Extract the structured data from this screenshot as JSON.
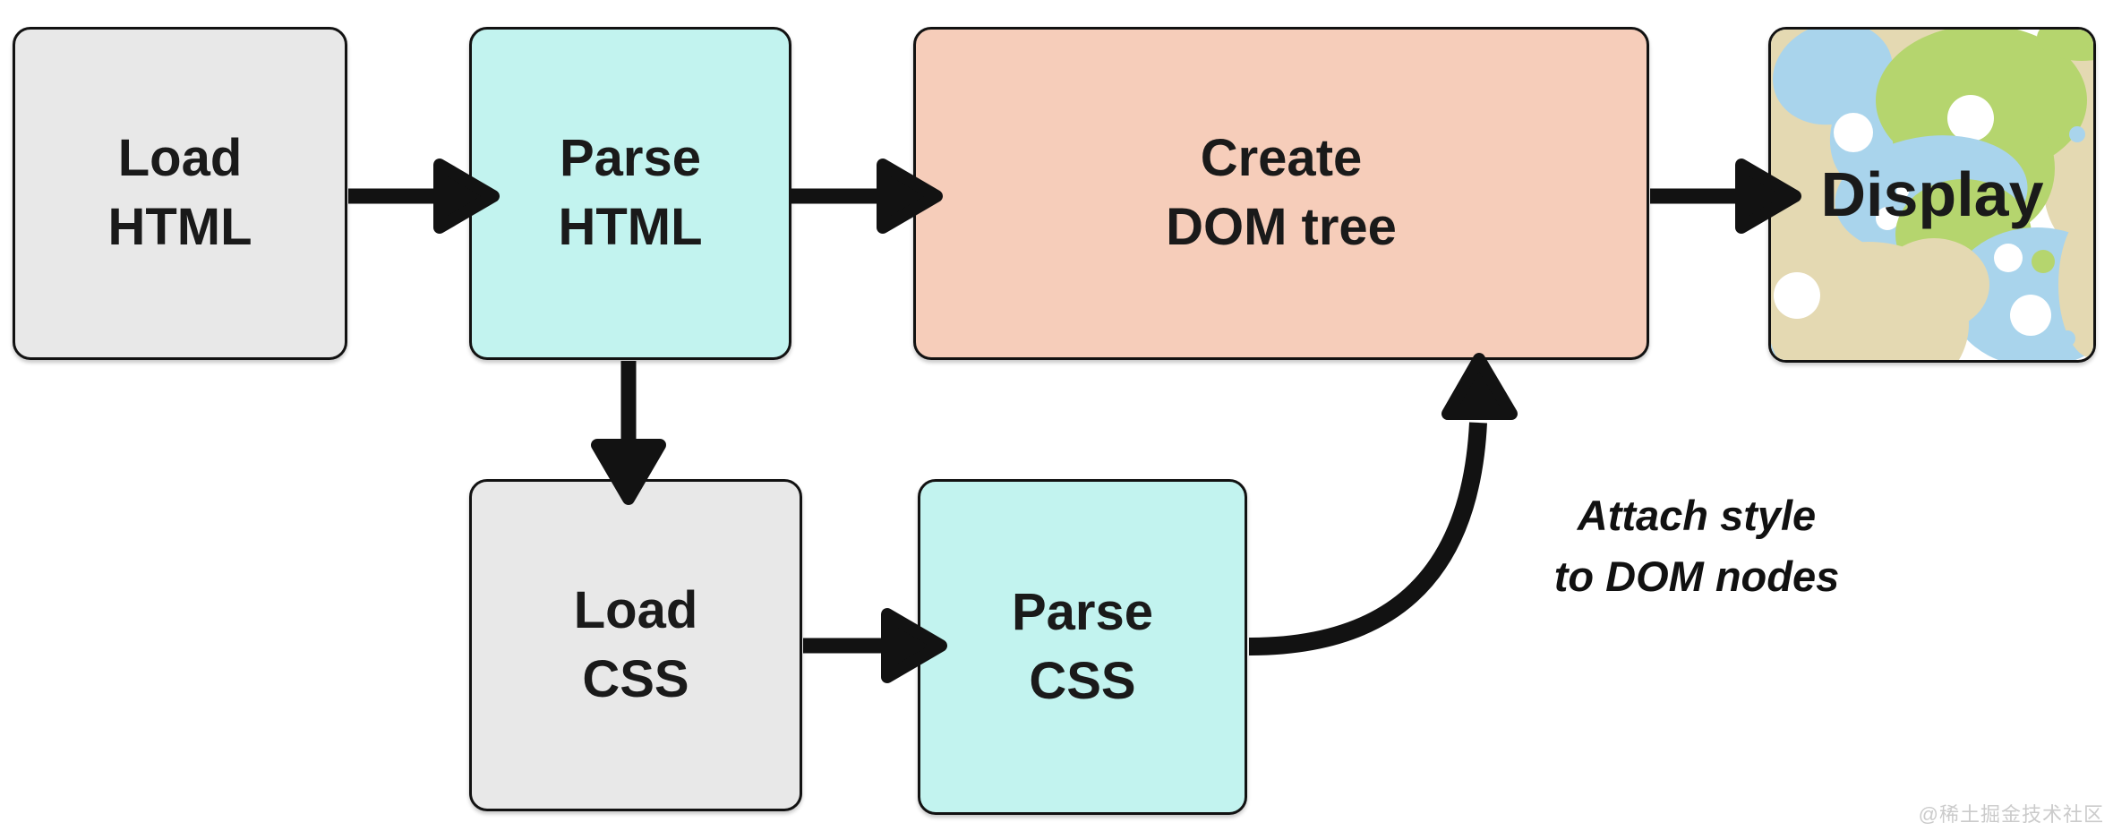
{
  "diagram": {
    "nodes": {
      "load_html": {
        "label": "Load\nHTML",
        "fill": "gray"
      },
      "parse_html": {
        "label": "Parse\nHTML",
        "fill": "cyan"
      },
      "create_dom_tree": {
        "label": "Create\nDOM tree",
        "fill": "peach"
      },
      "display": {
        "label": "Display",
        "fill": "pattern"
      },
      "load_css": {
        "label": "Load\nCSS",
        "fill": "gray"
      },
      "parse_css": {
        "label": "Parse\nCSS",
        "fill": "cyan"
      }
    },
    "edges": [
      {
        "from": "load_html",
        "to": "parse_html"
      },
      {
        "from": "parse_html",
        "to": "create_dom_tree"
      },
      {
        "from": "create_dom_tree",
        "to": "display"
      },
      {
        "from": "parse_html",
        "to": "load_css"
      },
      {
        "from": "load_css",
        "to": "parse_css"
      },
      {
        "from": "parse_css",
        "to": "create_dom_tree",
        "label": "Attach style\nto DOM nodes"
      }
    ],
    "annotation": "Attach style\nto DOM nodes",
    "watermark": "@稀土掘金技术社区"
  },
  "colors": {
    "box-gray": "#e8e8e8",
    "box-cyan": "#c2f3ef",
    "box-peach": "#f6cdba",
    "border": "#121212",
    "arrow": "#121212",
    "text": "#1a1a1a",
    "pattern-blue": "#a9d4ec",
    "pattern-green": "#b5d56e",
    "pattern-tan": "#e4d9b2",
    "watermark": "#cbcbcb"
  }
}
